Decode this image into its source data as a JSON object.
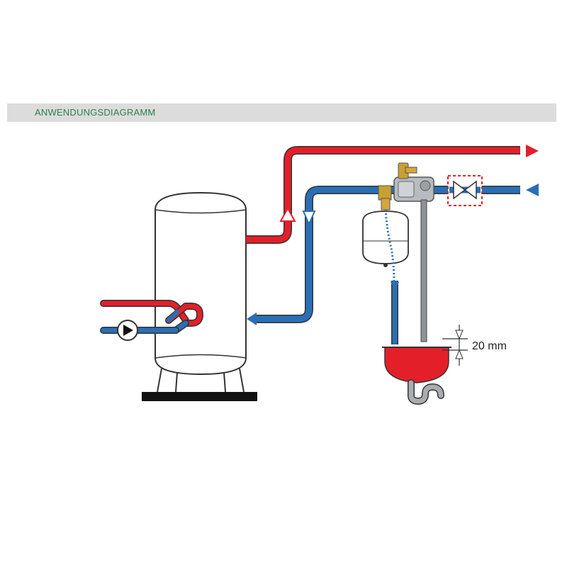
{
  "header": {
    "title": "ANWENDUNGSDIAGRAMM"
  },
  "dimension": {
    "label": "20 mm"
  },
  "colors": {
    "hot_pipe": "#e3202a",
    "cold_pipe": "#2a6fb5",
    "header_text": "#2e7d4f",
    "header_bg": "#dcdcdc",
    "tank_fill": "#ffffff",
    "outline": "#333333",
    "funnel": "#e3202a",
    "valve_box": "#d9262c"
  },
  "icons": [
    "storage-tank",
    "circulation-pump-icon",
    "heat-exchanger-coil",
    "expansion-vessel",
    "safety-valve-group",
    "shutoff-valve-icon",
    "drain-funnel",
    "siphon-trap"
  ]
}
